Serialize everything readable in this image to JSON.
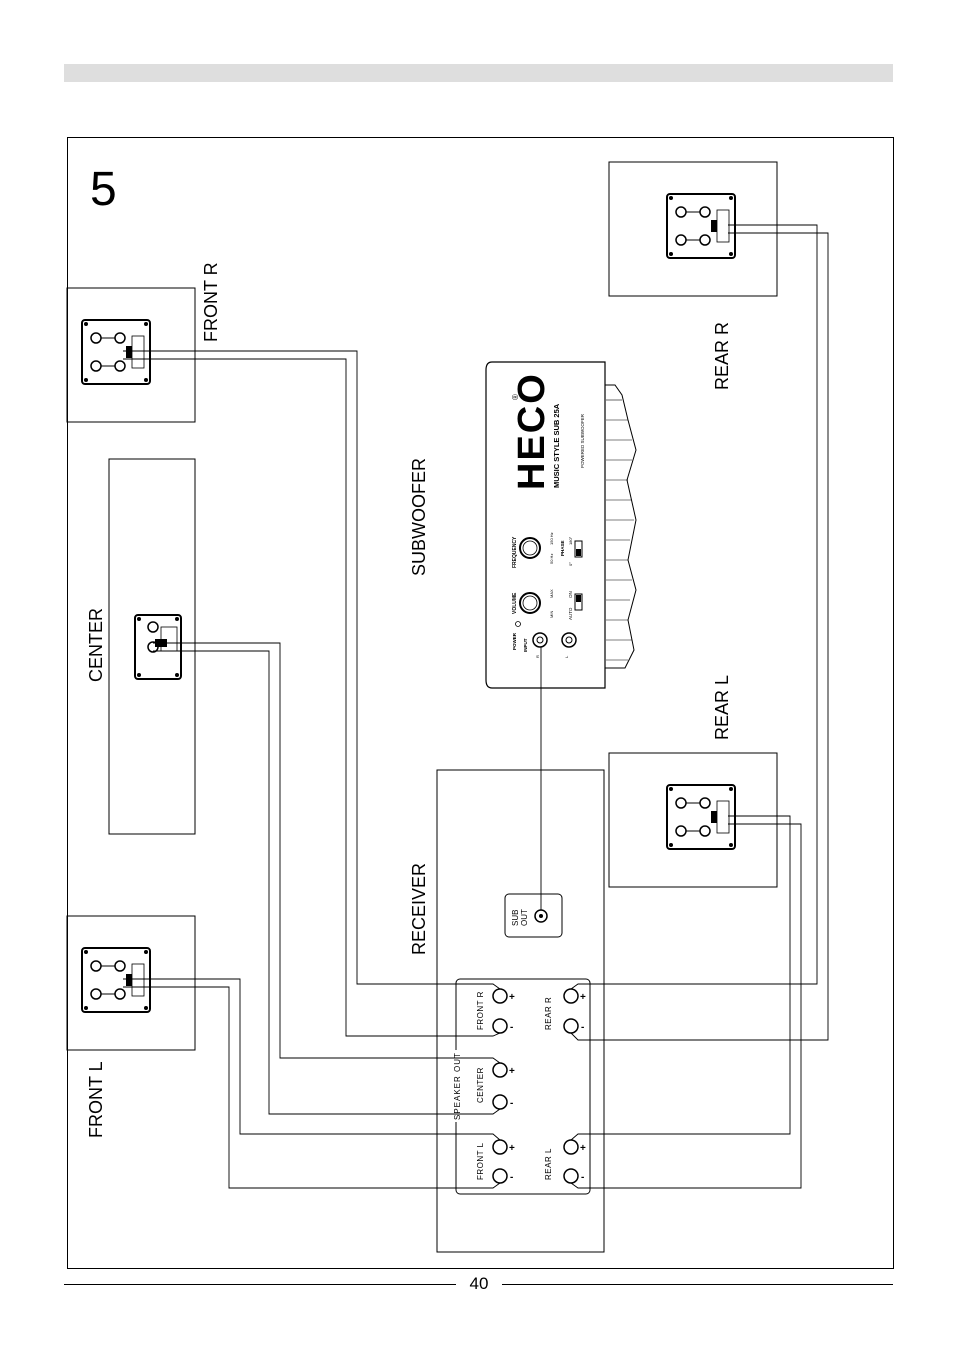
{
  "step_number": "5",
  "page_number": "40",
  "labels": {
    "front_r": "FRONT R",
    "center": "CENTER",
    "front_l": "FRONT L",
    "subwoofer": "SUBWOOFER",
    "receiver": "RECEIVER",
    "rear_r": "REAR  R",
    "rear_l": "REAR  L"
  },
  "receiver_panel": {
    "sub_out": [
      "SUB",
      "OUT"
    ],
    "speaker_out": "SPEAKER OUT",
    "channels": [
      "FRONT R",
      "CENTER",
      "FRONT L",
      "REAR R",
      "REAR L"
    ],
    "plus": "+",
    "minus": "-"
  },
  "subwoofer_panel": {
    "brand": "HECO",
    "registered": "®",
    "model": "MUSIC STYLE SUB 25A",
    "subtitle": "POWERED SUBWOOFER",
    "power": "POWER",
    "input": "INPUT",
    "volume": "VOLUME",
    "volume_min": "MIN",
    "volume_max": "MAX",
    "frequency": "FREQUENCY",
    "freq_low": "50 Hz",
    "freq_high": "150 Hz",
    "phase": "PHASE",
    "phase_0": "0°",
    "phase_180": "180°",
    "auto": "AUTO",
    "on": "ON",
    "input_r": "R",
    "input_l": "L"
  },
  "colors": {
    "line": "#000000",
    "top_bar": "#dedede"
  }
}
